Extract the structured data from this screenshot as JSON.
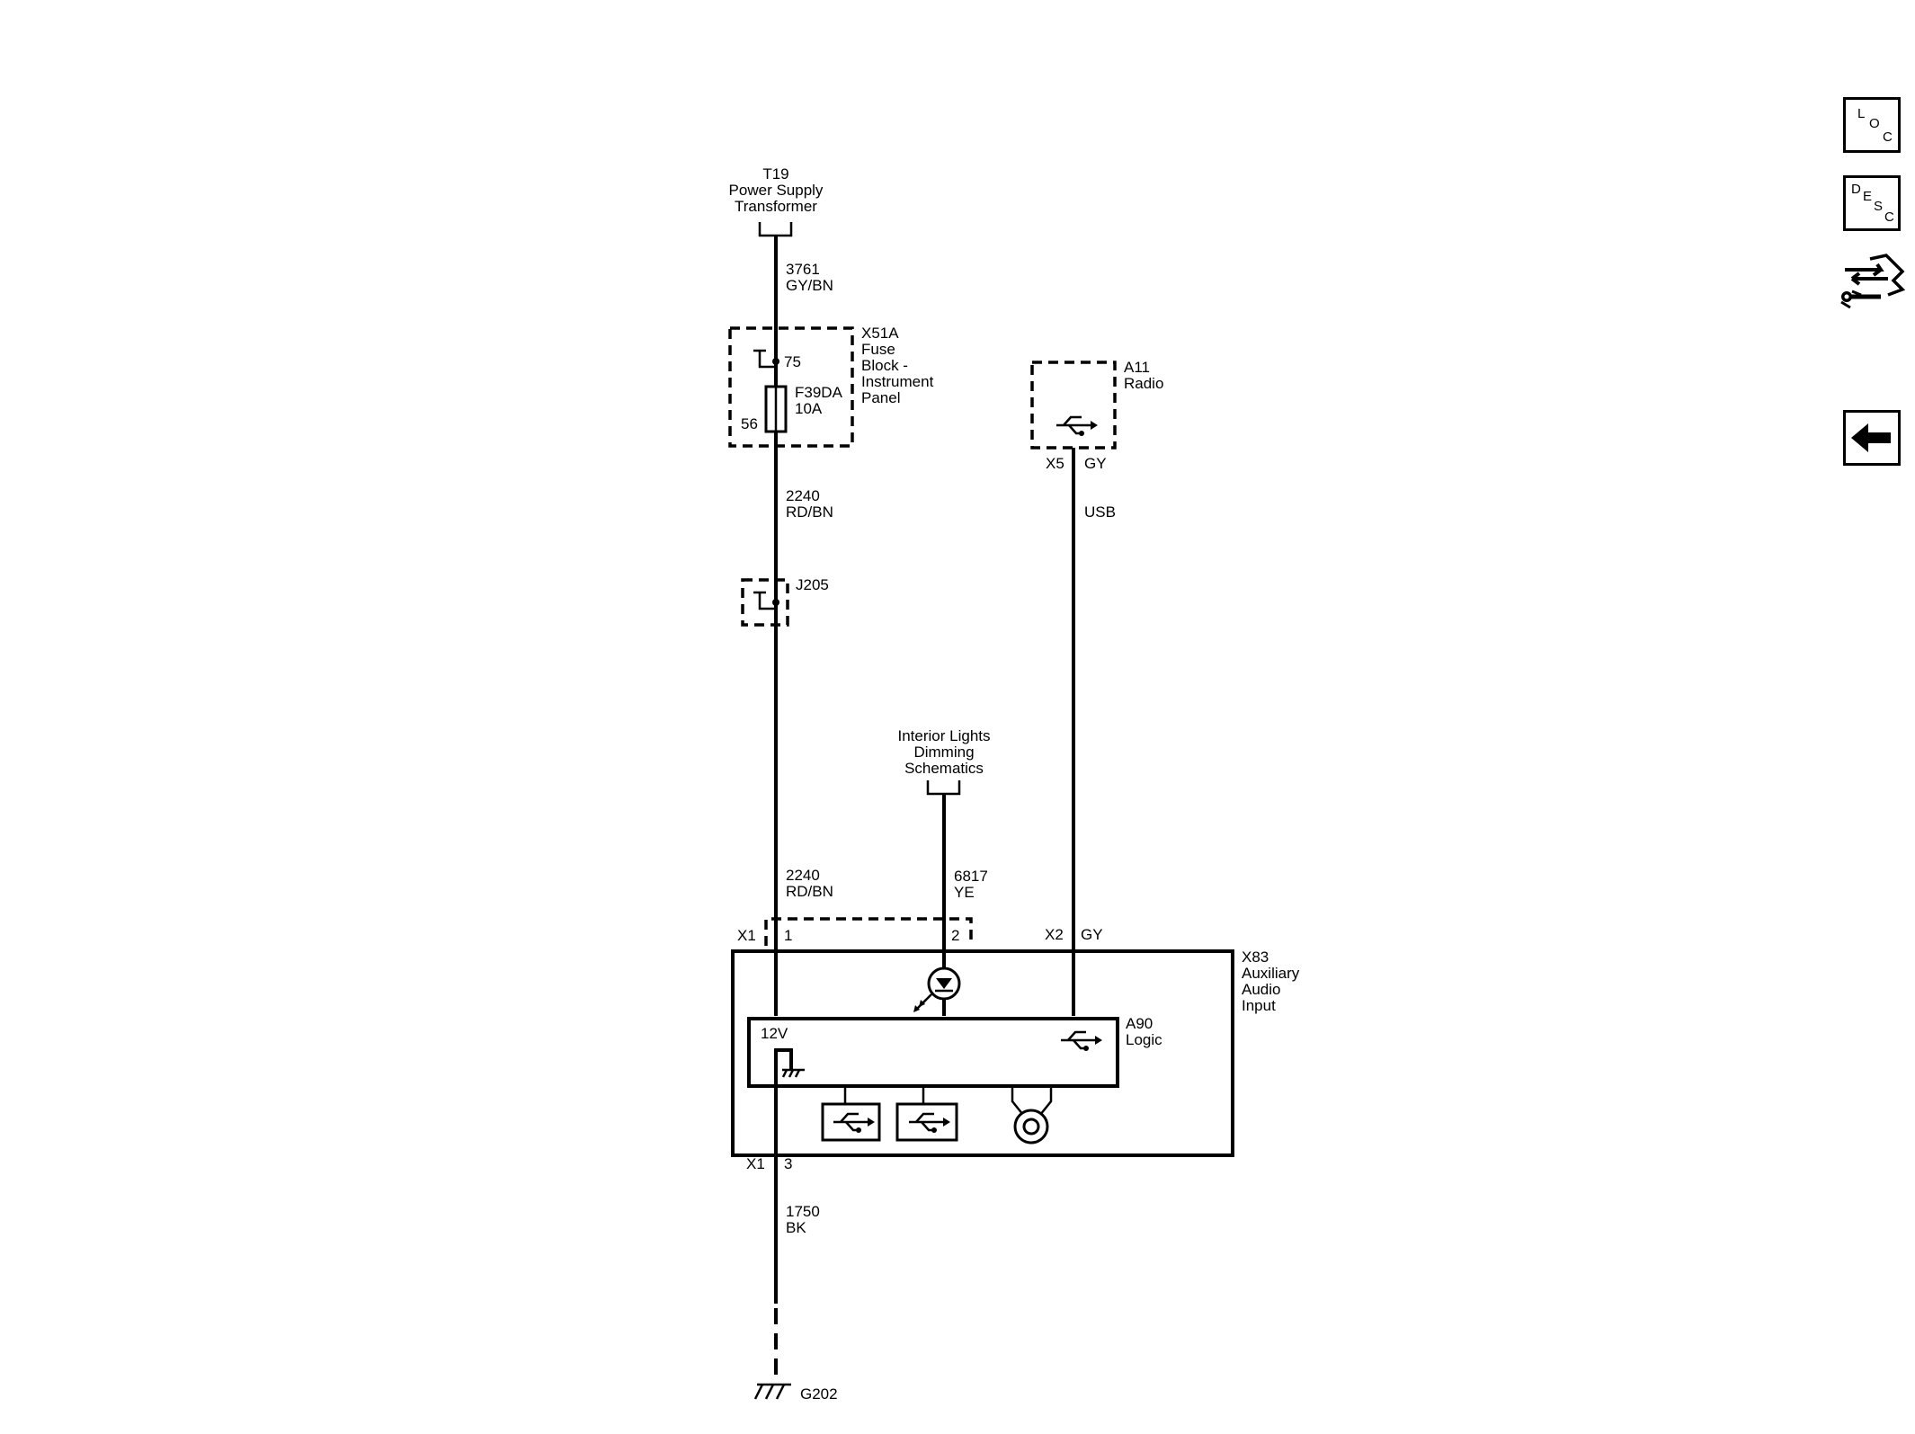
{
  "nav": {
    "loc": [
      "L",
      "O",
      "C"
    ],
    "desc": [
      "D",
      "E",
      "S",
      "C"
    ]
  },
  "components": {
    "t19": [
      "T19",
      "Power Supply",
      "Transformer"
    ],
    "x51a": [
      "X51A",
      "Fuse",
      "Block -",
      "Instrument",
      "Panel"
    ],
    "x51a_pin_in": "75",
    "x51a_pin_out": "56",
    "fuse": [
      "F39DA",
      "10A"
    ],
    "j205": "J205",
    "a11": [
      "A11",
      "Radio"
    ],
    "a11_conn": "X5",
    "a11_color": "GY",
    "interior": [
      "Interior Lights",
      "Dimming",
      "Schematics"
    ],
    "x83": [
      "X83",
      "Auxiliary",
      "Audio",
      "Input"
    ],
    "x1_top": "X1",
    "pin1": "1",
    "pin2": "2",
    "x2": "X2",
    "x2_color": "GY",
    "a90": [
      "A90",
      "Logic"
    ],
    "v12": "12V",
    "x1_bottom": "X1",
    "pin3": "3",
    "g202": "G202"
  },
  "wires": {
    "w3761": [
      "3761",
      "GY/BN"
    ],
    "w2240a": [
      "2240",
      "RD/BN"
    ],
    "w2240b": [
      "2240",
      "RD/BN"
    ],
    "w6817": [
      "6817",
      "YE"
    ],
    "usb": "USB",
    "w1750": [
      "1750",
      "BK"
    ]
  }
}
